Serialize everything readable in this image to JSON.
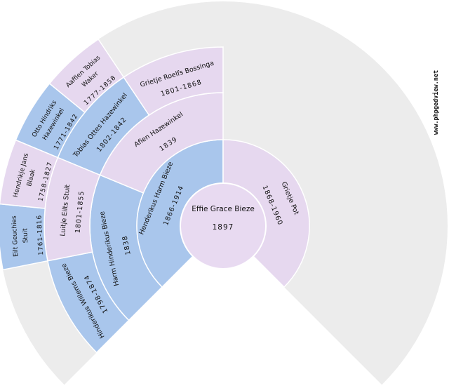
{
  "watermark": {
    "text": "www.phpgedview.net"
  },
  "colors": {
    "male": "#a9c6ec",
    "female": "#e6d8ef",
    "center_disc": "#e8daf1",
    "empty": "#ececec",
    "separator": "#ffffff",
    "text": "#111111"
  },
  "chart_data": {
    "type": "fan-genealogy",
    "layout_hint": "270-degree ancestor fan, father side on left, unknown ancestors gray",
    "center_person": {
      "name": "Effie Grace Bieze",
      "dates": "1897",
      "sex": "F"
    },
    "generations": [
      {
        "ring": 1,
        "segments_total": 2,
        "people": [
          {
            "slot": 0,
            "name_lines": [
              "Henderikus Harm Bieze"
            ],
            "dates": "1866-1914",
            "sex": "M"
          },
          {
            "slot": 1,
            "name_lines": [
              "Grietje Pot"
            ],
            "dates": "1868-1960",
            "sex": "F"
          }
        ]
      },
      {
        "ring": 2,
        "segments_total": 4,
        "people": [
          {
            "slot": 0,
            "name_lines": [
              "Harm Hinderikus Bieze"
            ],
            "dates": "1838",
            "sex": "M"
          },
          {
            "slot": 1,
            "name_lines": [
              "Afien Hazewinkel"
            ],
            "dates": "1839",
            "sex": "F"
          }
        ]
      },
      {
        "ring": 3,
        "segments_total": 8,
        "people": [
          {
            "slot": 0,
            "name_lines": [
              "Hinderikus Willems Bieze"
            ],
            "dates": "1798-1874",
            "sex": "M"
          },
          {
            "slot": 1,
            "name_lines": [
              "Luitje Eilts Stuit"
            ],
            "dates": "1801-1855",
            "sex": "F"
          },
          {
            "slot": 2,
            "name_lines": [
              "Tobias Ottes Hazewinkel"
            ],
            "dates": "1802-1842",
            "sex": "M"
          },
          {
            "slot": 3,
            "name_lines": [
              "Grietje Roelfs Bossinga"
            ],
            "dates": "1801-1868",
            "sex": "F"
          }
        ]
      },
      {
        "ring": 4,
        "segments_total": 16,
        "people": [
          {
            "slot": 2,
            "name_lines": [
              "Eilt Geuchies",
              "Stuit"
            ],
            "dates": "1761-1816",
            "sex": "M"
          },
          {
            "slot": 3,
            "name_lines": [
              "Hendrikje Jans",
              "Blaak"
            ],
            "dates": "1758-1827",
            "sex": "F"
          },
          {
            "slot": 4,
            "name_lines": [
              "Otto Hindriks",
              "Hazewinkel"
            ],
            "dates": "1771-1842",
            "sex": "M"
          },
          {
            "slot": 5,
            "name_lines": [
              "Aaffien Tobias",
              "Waker"
            ],
            "dates": "1777-1858",
            "sex": "F"
          }
        ]
      }
    ]
  }
}
